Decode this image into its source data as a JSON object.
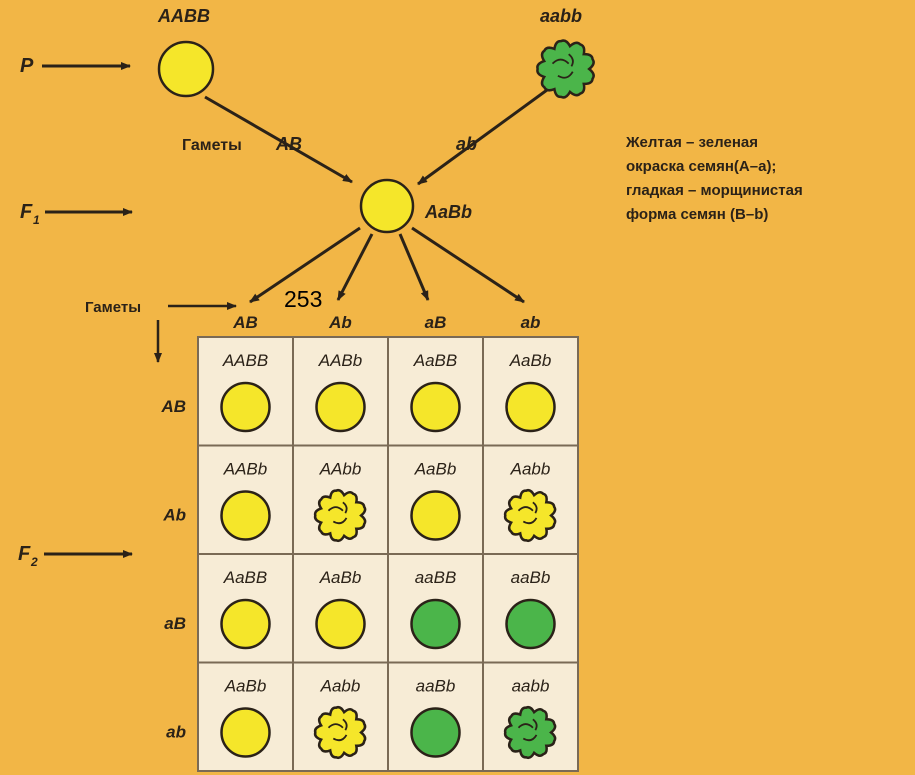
{
  "parents": {
    "label": "P",
    "left_genotype": "AABB",
    "right_genotype": "aabb",
    "left_seed": {
      "color": "yellow",
      "shape": "smooth"
    },
    "right_seed": {
      "color": "green",
      "shape": "wrinkled"
    }
  },
  "gametes_label_1": "Гаметы",
  "parent_gametes": [
    "AB",
    "ab"
  ],
  "f1": {
    "label": "F",
    "label_sub": "1",
    "genotype": "AaBb",
    "seed": {
      "color": "yellow",
      "shape": "smooth"
    }
  },
  "gametes_label_2": "Гаметы",
  "page_number": "253",
  "f1_gametes": [
    "AB",
    "Ab",
    "aB",
    "ab"
  ],
  "f2": {
    "label": "F",
    "label_sub": "2"
  },
  "punnett": {
    "col_gametes": [
      "AB",
      "Ab",
      "aB",
      "ab"
    ],
    "row_gametes": [
      "AB",
      "Ab",
      "aB",
      "ab"
    ],
    "cells": [
      [
        {
          "genotype": "AABB",
          "color": "yellow",
          "shape": "smooth"
        },
        {
          "genotype": "AABb",
          "color": "yellow",
          "shape": "smooth"
        },
        {
          "genotype": "AaBB",
          "color": "yellow",
          "shape": "smooth"
        },
        {
          "genotype": "AaBb",
          "color": "yellow",
          "shape": "smooth"
        }
      ],
      [
        {
          "genotype": "AABb",
          "color": "yellow",
          "shape": "smooth"
        },
        {
          "genotype": "AAbb",
          "color": "yellow",
          "shape": "wrinkled"
        },
        {
          "genotype": "AaBb",
          "color": "yellow",
          "shape": "smooth"
        },
        {
          "genotype": "Aabb",
          "color": "yellow",
          "shape": "wrinkled"
        }
      ],
      [
        {
          "genotype": "AaBB",
          "color": "yellow",
          "shape": "smooth"
        },
        {
          "genotype": "AaBb",
          "color": "yellow",
          "shape": "smooth"
        },
        {
          "genotype": "aaBB",
          "color": "green",
          "shape": "smooth"
        },
        {
          "genotype": "aaBb",
          "color": "green",
          "shape": "smooth"
        }
      ],
      [
        {
          "genotype": "AaBb",
          "color": "yellow",
          "shape": "smooth"
        },
        {
          "genotype": "Aabb",
          "color": "yellow",
          "shape": "wrinkled"
        },
        {
          "genotype": "aaBb",
          "color": "green",
          "shape": "smooth"
        },
        {
          "genotype": "aabb",
          "color": "green",
          "shape": "wrinkled"
        }
      ]
    ]
  },
  "legend": {
    "line1": "Желтая – зеленая",
    "line2": "окраска семян(А–а);",
    "line3": "гладкая – морщинистая",
    "line4": "форма семян (В–b)"
  },
  "colors": {
    "background": "#f2b646",
    "yellow_seed": "#f5e62a",
    "green_seed": "#4bb54a",
    "grid_cell": "#f7ecd6",
    "ink": "#2b2218"
  }
}
